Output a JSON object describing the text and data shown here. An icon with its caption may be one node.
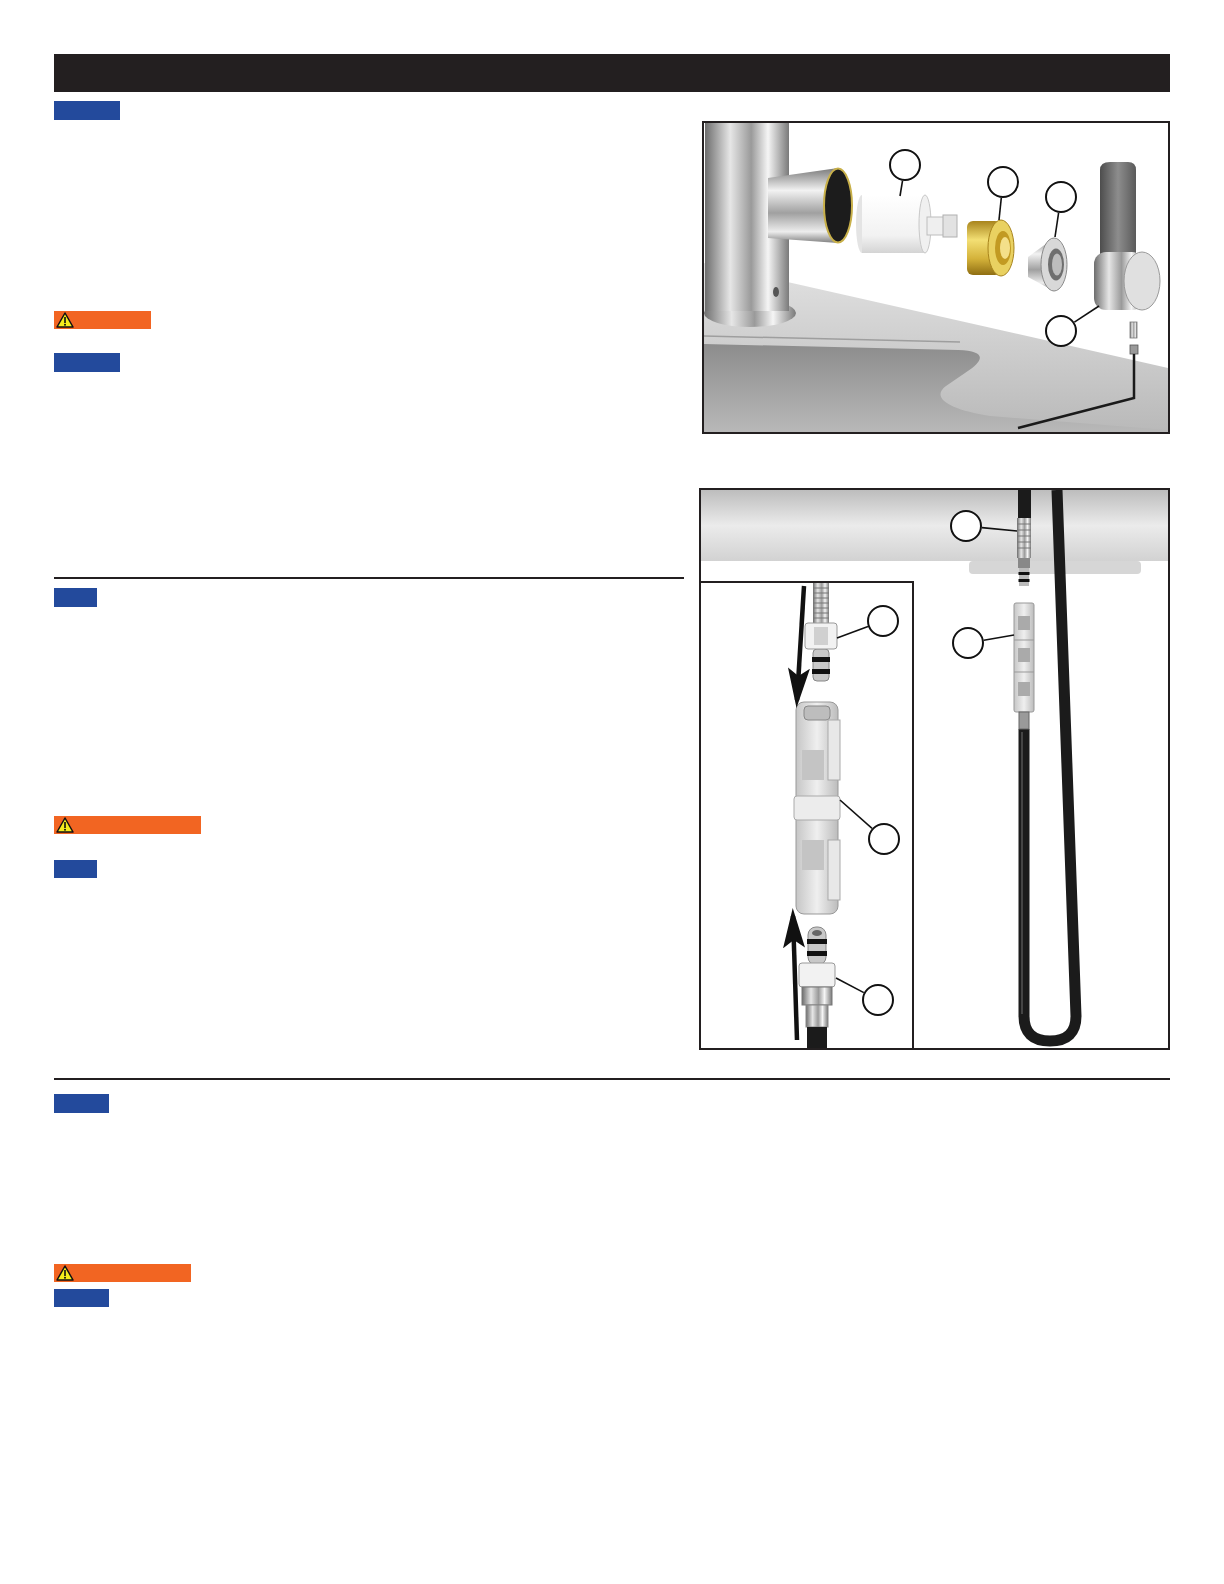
{
  "diagram": {
    "nodes": [
      {
        "text": [],
        "shape": "circle"
      },
      {
        "text": [],
        "shape": "circle"
      },
      {
        "text": [],
        "shape": "circle"
      },
      {
        "text": [],
        "shape": "circle"
      },
      {
        "text": [],
        "shape": "picture"
      },
      {
        "text": [],
        "shape": "picture"
      },
      {
        "text": [],
        "shape": "picture"
      },
      {
        "text": [],
        "shape": "picture"
      },
      {
        "text": [],
        "shape": "circle"
      },
      {
        "text": [],
        "shape": "circle"
      },
      {
        "text": [],
        "shape": "circle"
      },
      {
        "text": [],
        "shape": "circle"
      },
      {
        "text": [],
        "shape": "circle"
      },
      {
        "text": [],
        "shape": "picture"
      },
      {
        "text": [],
        "shape": "picture"
      },
      {
        "text": [],
        "shape": "picture"
      },
      {
        "text": [],
        "shape": "picture"
      },
      {
        "text": [],
        "shape": "picture"
      }
    ],
    "edges": [
      {
        "from": 0,
        "to": 4,
        "arrow": "none"
      },
      {
        "from": 1,
        "to": 5,
        "arrow": "none"
      },
      {
        "from": 2,
        "to": 6,
        "arrow": "none"
      },
      {
        "from": 3,
        "to": 7,
        "arrow": "none"
      },
      {
        "from": 8,
        "to": 13,
        "arrow": "none"
      },
      {
        "from": 9,
        "to": 14,
        "arrow": "none"
      },
      {
        "from": 10,
        "to": 15,
        "arrow": "none"
      },
      {
        "from": 11,
        "to": 16,
        "arrow": "none"
      },
      {
        "from": 12,
        "to": 17,
        "arrow": "none"
      },
      {
        "from": 15,
        "to": 16,
        "arrow": "to",
        "style": "thick"
      },
      {
        "from": 17,
        "to": 16,
        "arrow": "to",
        "style": "thick"
      }
    ]
  }
}
